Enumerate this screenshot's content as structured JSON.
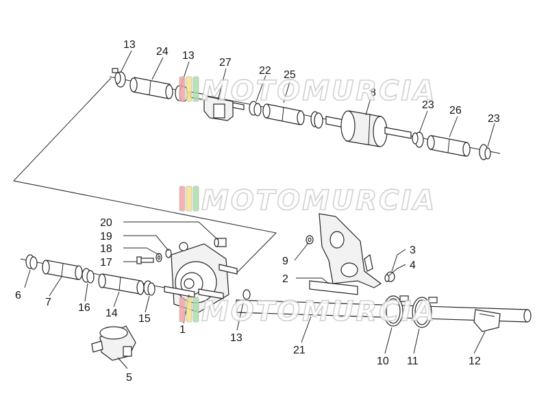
{
  "watermark": {
    "text": "MOTOMURCIA",
    "colors": [
      "#f4a3a3",
      "#f7e28a",
      "#a7dfa7",
      "#cfe6ef"
    ]
  },
  "callouts": {
    "c13a": "13",
    "c24": "24",
    "c13b": "13",
    "c27": "27",
    "c22": "22",
    "c25": "25",
    "c8": "8",
    "c23a": "23",
    "c26": "26",
    "c23b": "23",
    "c20": "20",
    "c19": "19",
    "c18": "18",
    "c17": "17",
    "c9": "9",
    "c2": "2",
    "c3": "3",
    "c4": "4",
    "c6": "6",
    "c7": "7",
    "c16": "16",
    "c14": "14",
    "c15": "15",
    "c1": "1",
    "c13c": "13",
    "c21": "21",
    "c10": "10",
    "c11": "11",
    "c12": "12",
    "c5": "5"
  }
}
